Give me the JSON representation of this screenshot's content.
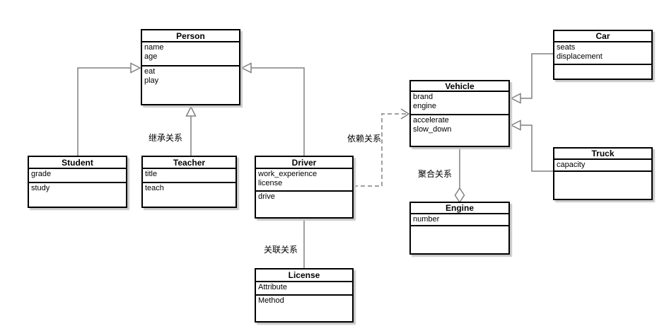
{
  "diagram": {
    "classes": [
      {
        "name": "Person",
        "attributes": [
          "name",
          "age"
        ],
        "methods": [
          "eat",
          "play"
        ]
      },
      {
        "name": "Student",
        "attributes": [
          "grade"
        ],
        "methods": [
          "study"
        ]
      },
      {
        "name": "Teacher",
        "attributes": [
          "title"
        ],
        "methods": [
          "teach"
        ]
      },
      {
        "name": "Driver",
        "attributes": [
          "work_experience",
          "license"
        ],
        "methods": [
          "drive"
        ]
      },
      {
        "name": "License",
        "attributes": [
          "Attribute"
        ],
        "methods": [
          "Method"
        ]
      },
      {
        "name": "Vehicle",
        "attributes": [
          "brand",
          "engine"
        ],
        "methods": [
          "accelerate",
          "slow_down"
        ]
      },
      {
        "name": "Engine",
        "attributes": [
          "number"
        ],
        "methods": []
      },
      {
        "name": "Car",
        "attributes": [
          "seats",
          "displacement"
        ],
        "methods": []
      },
      {
        "name": "Truck",
        "attributes": [
          "capacity"
        ],
        "methods": []
      }
    ],
    "labels": {
      "inheritance": "继承关系",
      "dependency": "依赖关系",
      "association": "关联关系",
      "aggregation": "聚合关系"
    },
    "colors": {
      "connector": "#808080",
      "border": "#000000",
      "background": "#ffffff",
      "shadow": "#c9c9c9"
    }
  }
}
